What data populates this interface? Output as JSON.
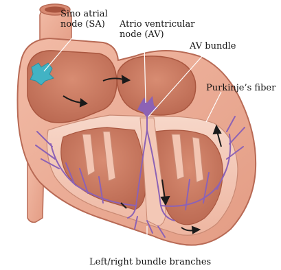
{
  "labels": {
    "sa_line1": "Sino atrial",
    "sa_line2": "node (SA)",
    "av_line1": "Atrio ventricular",
    "av_line2": "node (AV)",
    "av_bundle": "AV bundle",
    "purkinje": "Purkinje’s fiber",
    "bundle_branches": "Left/right bundle branches"
  },
  "colors": {
    "tissue": "#e9a48c",
    "tissue_dark": "#b86a55",
    "chamber": "#c97a62",
    "inner": "#f6d2c2",
    "conduction": "#8c62b5",
    "sa_node": "#42b3c4"
  }
}
